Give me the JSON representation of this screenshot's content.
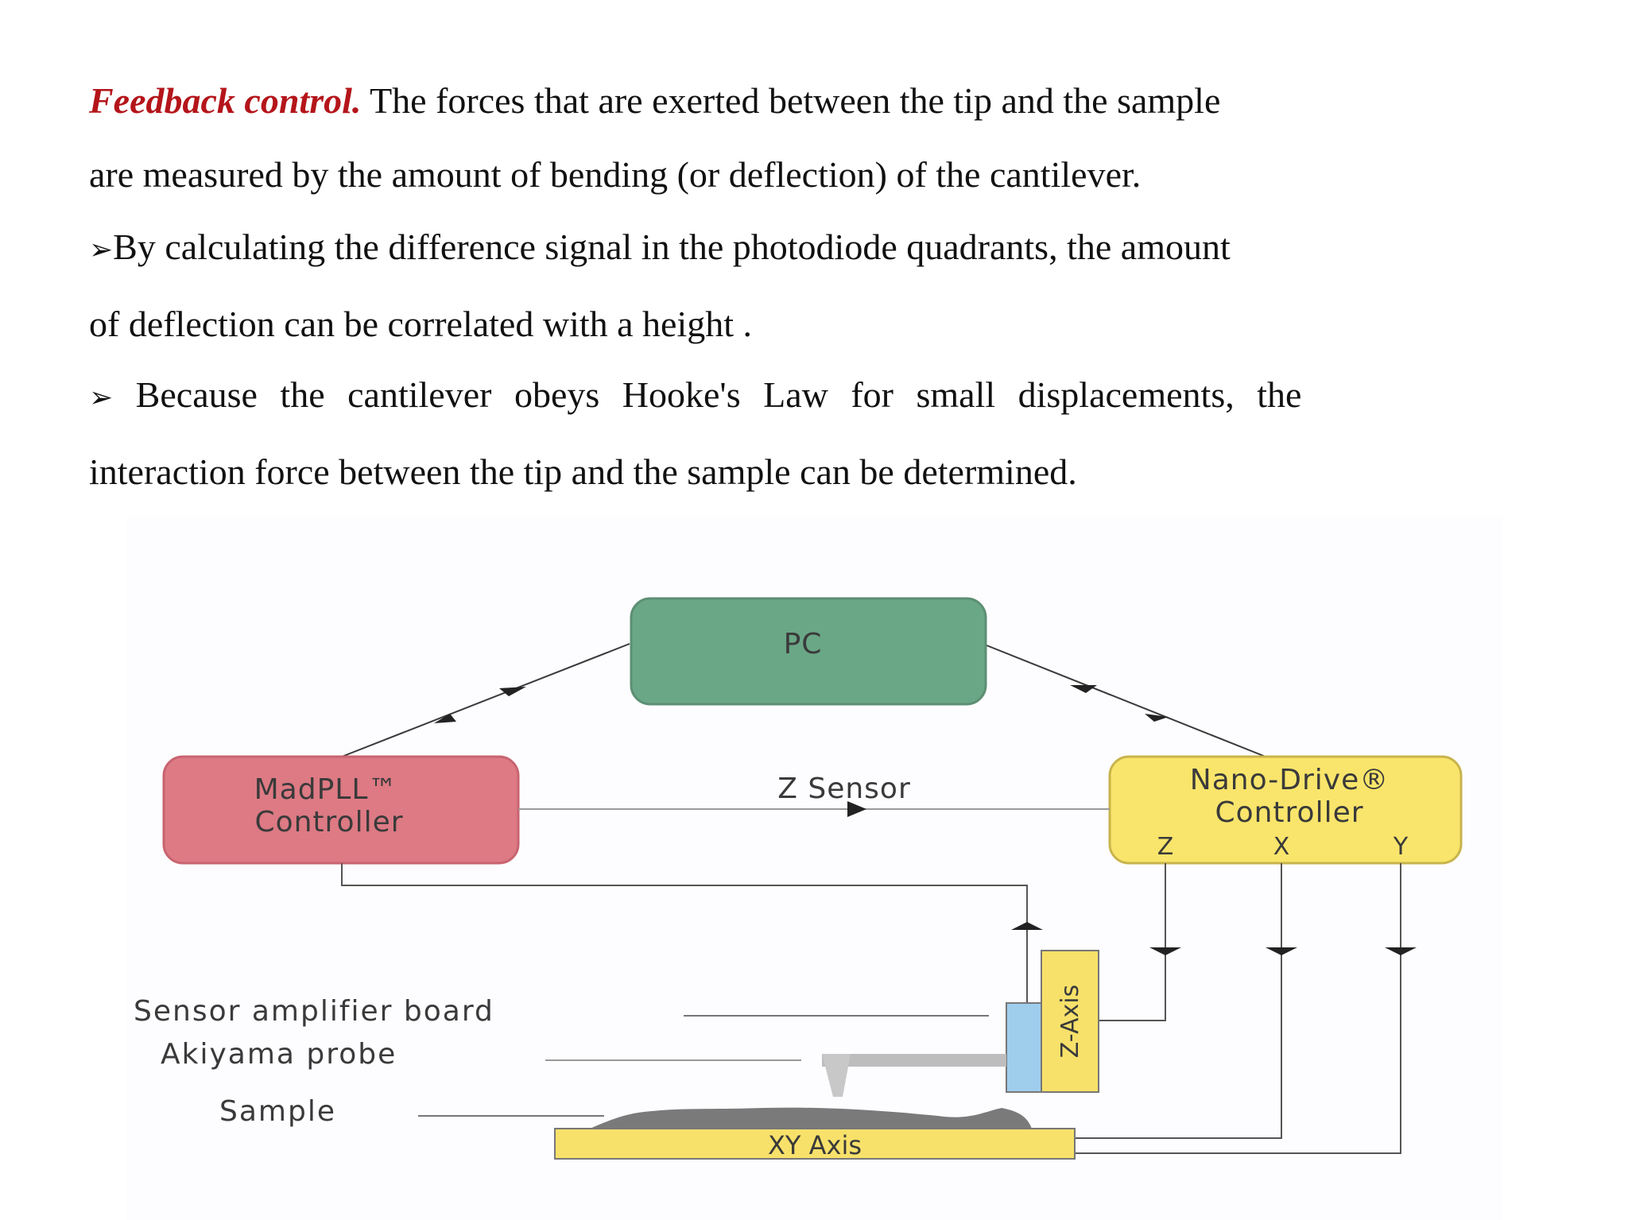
{
  "paragraphs": {
    "p1_lead": "Feedback control.",
    "p1_line1_rest": " The forces that are exerted between the tip and the sample",
    "p1_line2": "are measured by the amount of bending (or deflection) of the cantilever.",
    "p2_bullet": "➢",
    "p2_line1": "By calculating the difference signal in the photodiode quadrants, the amount",
    "p2_line2": "of deflection can be correlated with a height .",
    "p3_bullet": "➢",
    "p3_line1": " Because the cantilever obeys Hooke's Law for small displacements, the",
    "p3_line2": "interaction force between the tip and the sample can be determined."
  },
  "diagram": {
    "pc_label": "PC",
    "madpll_line1": "MadPLL™",
    "madpll_line2": "Controller",
    "nano_line1": "Nano-Drive®",
    "nano_line2": "Controller",
    "nano_z": "Z",
    "nano_x": "X",
    "nano_y": "Y",
    "z_sensor_label": "Z Sensor",
    "sensor_amp_label": "Sensor amplifier board",
    "akiyama_label": "Akiyama probe",
    "sample_label": "Sample",
    "xy_axis_label": "XY Axis",
    "z_axis_label": "Z-Axis",
    "colors": {
      "pc": "#6aa787",
      "madpll": "#dd7a84",
      "nano": "#f9e56b",
      "sensor_board": "#9fcdec",
      "z_axis": "#f7e16a",
      "xy_axis": "#f7e16a"
    }
  }
}
